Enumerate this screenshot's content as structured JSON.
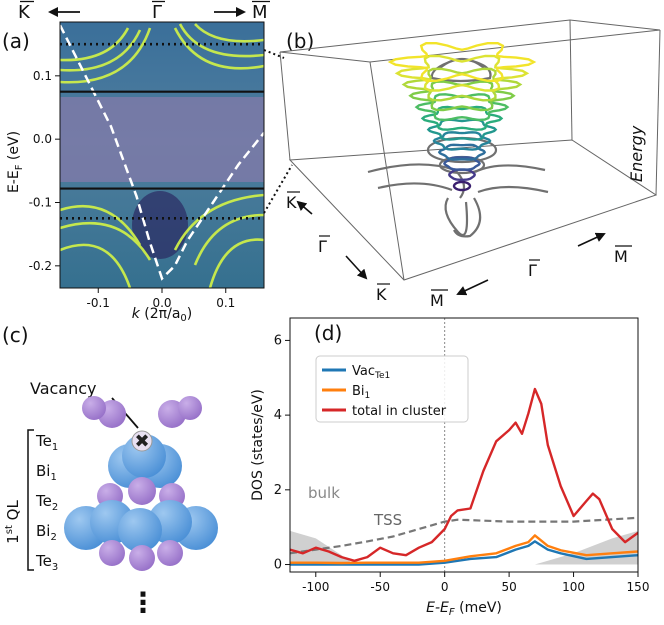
{
  "panels": {
    "a": {
      "label": "(a)",
      "top_labels": {
        "left": "K",
        "center": "Γ",
        "right": "M"
      },
      "ylabel": "E-E",
      "ylabel_sub": "F",
      "ylabel_unit": " (eV)",
      "xlabel_k": "k",
      "xlabel_rest": " (2π/a",
      "xlabel_sub": "0",
      "xlabel_end": ")"
    },
    "b": {
      "label": "(b)",
      "energy": "Energy",
      "k1": "K",
      "g1": "Γ",
      "k2": "K",
      "m_right": "M",
      "g2": "Γ",
      "m_left": "M"
    },
    "c": {
      "label": "(c)",
      "vacancy": "Vacancy",
      "ql_num": "1",
      "ql_sup": "st",
      "ql_rest": " QL",
      "layers": [
        {
          "name": "Te",
          "sub": "1"
        },
        {
          "name": "Bi",
          "sub": "1"
        },
        {
          "name": "Te",
          "sub": "2"
        },
        {
          "name": "Bi",
          "sub": "2"
        },
        {
          "name": "Te",
          "sub": "3"
        }
      ],
      "ellipsis": "⋮"
    },
    "d": {
      "label": "(d)",
      "annotations": {
        "bulk": "bulk",
        "tss": "TSS"
      },
      "legend": [
        {
          "name": "Vac",
          "sub": "Te1",
          "color": "#1f77b4"
        },
        {
          "name": "Bi",
          "sub": "1",
          "color": "#ff7f0e"
        },
        {
          "name": "total in cluster",
          "sub": "",
          "color": "#d62728"
        }
      ]
    }
  },
  "chart_data": [
    {
      "type": "line",
      "panel": "a",
      "xlabel": "k (2π/a0)",
      "ylabel": "E-EF (eV)",
      "xlim": [
        -0.16,
        0.16
      ],
      "ylim": [
        -0.235,
        0.185
      ],
      "xticks": [
        -0.1,
        0.0,
        0.1
      ],
      "xtick_labels": [
        "-0.1",
        "0.0",
        "0.1"
      ],
      "yticks": [
        -0.2,
        -0.1,
        0.0,
        0.1
      ],
      "ytick_labels": [
        "-0.2",
        "-0.1",
        "0.0",
        "0.1"
      ],
      "solid_lines_y": [
        0.075,
        -0.078
      ],
      "dotted_lines_y": [
        0.15,
        -0.125
      ],
      "dirac_dispersion": {
        "x": [
          -0.16,
          -0.12,
          -0.08,
          -0.04,
          -0.02,
          0.0,
          0.02,
          0.04,
          0.08,
          0.12,
          0.16
        ],
        "y": [
          0.18,
          0.1,
          0.02,
          -0.09,
          -0.16,
          -0.22,
          -0.2,
          -0.16,
          -0.1,
          -0.04,
          0.01
        ]
      }
    },
    {
      "type": "line",
      "panel": "d",
      "xlabel": "E-EF (meV)",
      "ylabel": "DOS (states/eV)",
      "xlim": [
        -120,
        150
      ],
      "ylim": [
        -0.2,
        6.6
      ],
      "xticks": [
        -100,
        -50,
        0,
        50,
        100,
        150
      ],
      "xtick_labels": [
        "-100",
        "-50",
        "0",
        "50",
        "100",
        "150"
      ],
      "yticks": [
        0,
        2,
        4,
        6
      ],
      "ytick_labels": [
        "0",
        "2",
        "4",
        "6"
      ],
      "series": [
        {
          "name": "total in cluster",
          "color": "#d62728",
          "x": [
            -120,
            -110,
            -100,
            -90,
            -80,
            -70,
            -60,
            -50,
            -40,
            -30,
            -20,
            -10,
            0,
            5,
            10,
            20,
            30,
            40,
            50,
            55,
            60,
            65,
            70,
            75,
            80,
            90,
            100,
            110,
            115,
            120,
            130,
            140,
            150
          ],
          "y": [
            0.4,
            0.3,
            0.45,
            0.35,
            0.2,
            0.1,
            0.2,
            0.45,
            0.3,
            0.25,
            0.45,
            0.6,
            0.95,
            1.3,
            1.45,
            1.5,
            2.5,
            3.3,
            3.6,
            3.8,
            3.5,
            4.05,
            4.7,
            4.3,
            3.2,
            2.1,
            1.3,
            1.7,
            1.9,
            1.75,
            0.95,
            0.6,
            0.85
          ]
        },
        {
          "name": "Bi1",
          "color": "#ff7f0e",
          "x": [
            -120,
            -100,
            -80,
            -60,
            -40,
            -20,
            0,
            20,
            40,
            55,
            65,
            70,
            80,
            90,
            110,
            130,
            150
          ],
          "y": [
            0.05,
            0.05,
            0.04,
            0.05,
            0.05,
            0.05,
            0.1,
            0.22,
            0.3,
            0.5,
            0.6,
            0.78,
            0.5,
            0.38,
            0.25,
            0.3,
            0.35
          ]
        },
        {
          "name": "VacTe1",
          "color": "#1f77b4",
          "x": [
            -120,
            -100,
            -80,
            -60,
            -40,
            -20,
            0,
            20,
            40,
            55,
            65,
            70,
            80,
            90,
            110,
            130,
            150
          ],
          "y": [
            0.0,
            0.0,
            0.0,
            0.0,
            0.0,
            0.0,
            0.05,
            0.15,
            0.2,
            0.4,
            0.5,
            0.62,
            0.4,
            0.3,
            0.15,
            0.2,
            0.25
          ]
        },
        {
          "name": "TSS",
          "color": "#777777",
          "dashed": true,
          "x": [
            -120,
            -100,
            -80,
            -60,
            -40,
            -20,
            0,
            10,
            50,
            100,
            150
          ],
          "y": [
            0.3,
            0.4,
            0.5,
            0.62,
            0.75,
            0.95,
            1.15,
            1.2,
            1.15,
            1.15,
            1.25
          ]
        }
      ],
      "fills": [
        {
          "name": "bulk",
          "x": [
            -120,
            -100,
            -80,
            -70
          ],
          "y": [
            0.9,
            0.7,
            0.25,
            0.0
          ]
        },
        {
          "name": "bulk",
          "x": [
            70,
            100,
            130,
            150
          ],
          "y": [
            0.0,
            0.3,
            0.7,
            0.9
          ]
        }
      ]
    }
  ]
}
